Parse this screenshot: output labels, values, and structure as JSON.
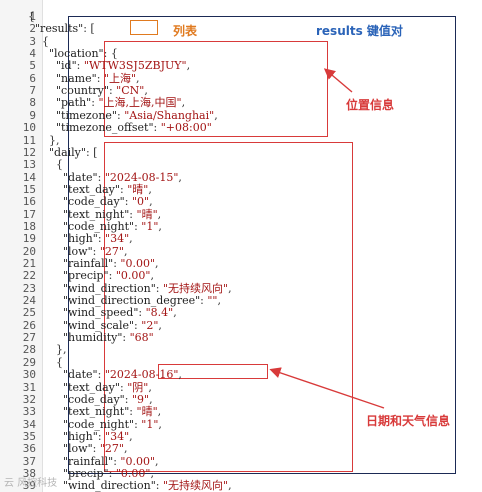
{
  "line_numbers": [
    "1",
    "2",
    "3",
    "4",
    "5",
    "6",
    "7",
    "8",
    "9",
    "10",
    "11",
    "12",
    "13",
    "14",
    "15",
    "16",
    "17",
    "18",
    "19",
    "20",
    "21",
    "22",
    "23",
    "24",
    "25",
    "26",
    "27",
    "28",
    "29",
    "30",
    "31",
    "32",
    "33",
    "34",
    "35",
    "36",
    "37",
    "38",
    "39"
  ],
  "code_lines": [
    "{",
    "  \"results\": [",
    "    {",
    "      \"location\": {",
    "        \"id\": \"WTW3SJ5ZBJUY\",",
    "        \"name\": \"上海\",",
    "        \"country\": \"CN\",",
    "        \"path\": \"上海,上海,中国\",",
    "        \"timezone\": \"Asia/Shanghai\",",
    "        \"timezone_offset\": \"+08:00\"",
    "      },",
    "      \"daily\": [",
    "        {",
    "          \"date\": \"2024-08-15\",",
    "          \"text_day\": \"晴\",",
    "          \"code_day\": \"0\",",
    "          \"text_night\": \"晴\",",
    "          \"code_night\": \"1\",",
    "          \"high\": \"34\",",
    "          \"low\": \"27\",",
    "          \"rainfall\": \"0.00\",",
    "          \"precip\": \"0.00\",",
    "          \"wind_direction\": \"无持续风向\",",
    "          \"wind_direction_degree\": \"\",",
    "          \"wind_speed\": \"8.4\",",
    "          \"wind_scale\": \"2\",",
    "          \"humidity\": \"68\"",
    "        },",
    "        {",
    "          \"date\": \"2024-08-16\",",
    "          \"text_day\": \"阴\",",
    "          \"code_day\": \"9\",",
    "          \"text_night\": \"晴\",",
    "          \"code_night\": \"1\",",
    "          \"high\": \"34\",",
    "          \"low\": \"27\",",
    "          \"rainfall\": \"0.00\",",
    "          \"precip\": \"0.00\",",
    "          \"wind_direction\": \"无持续风向\","
  ],
  "annotations": {
    "list_label": "列表",
    "results_kv_label": "results 键值对",
    "location_label": "位置信息",
    "daily_label": "日期和天气信息"
  },
  "watermark": "云 风控科技",
  "colors": {
    "box_red": "#d83a3a",
    "box_blue": "#1b2a55",
    "label_orange": "#e07a1f",
    "label_blue": "#2a63b8",
    "label_red": "#d83a3a"
  }
}
